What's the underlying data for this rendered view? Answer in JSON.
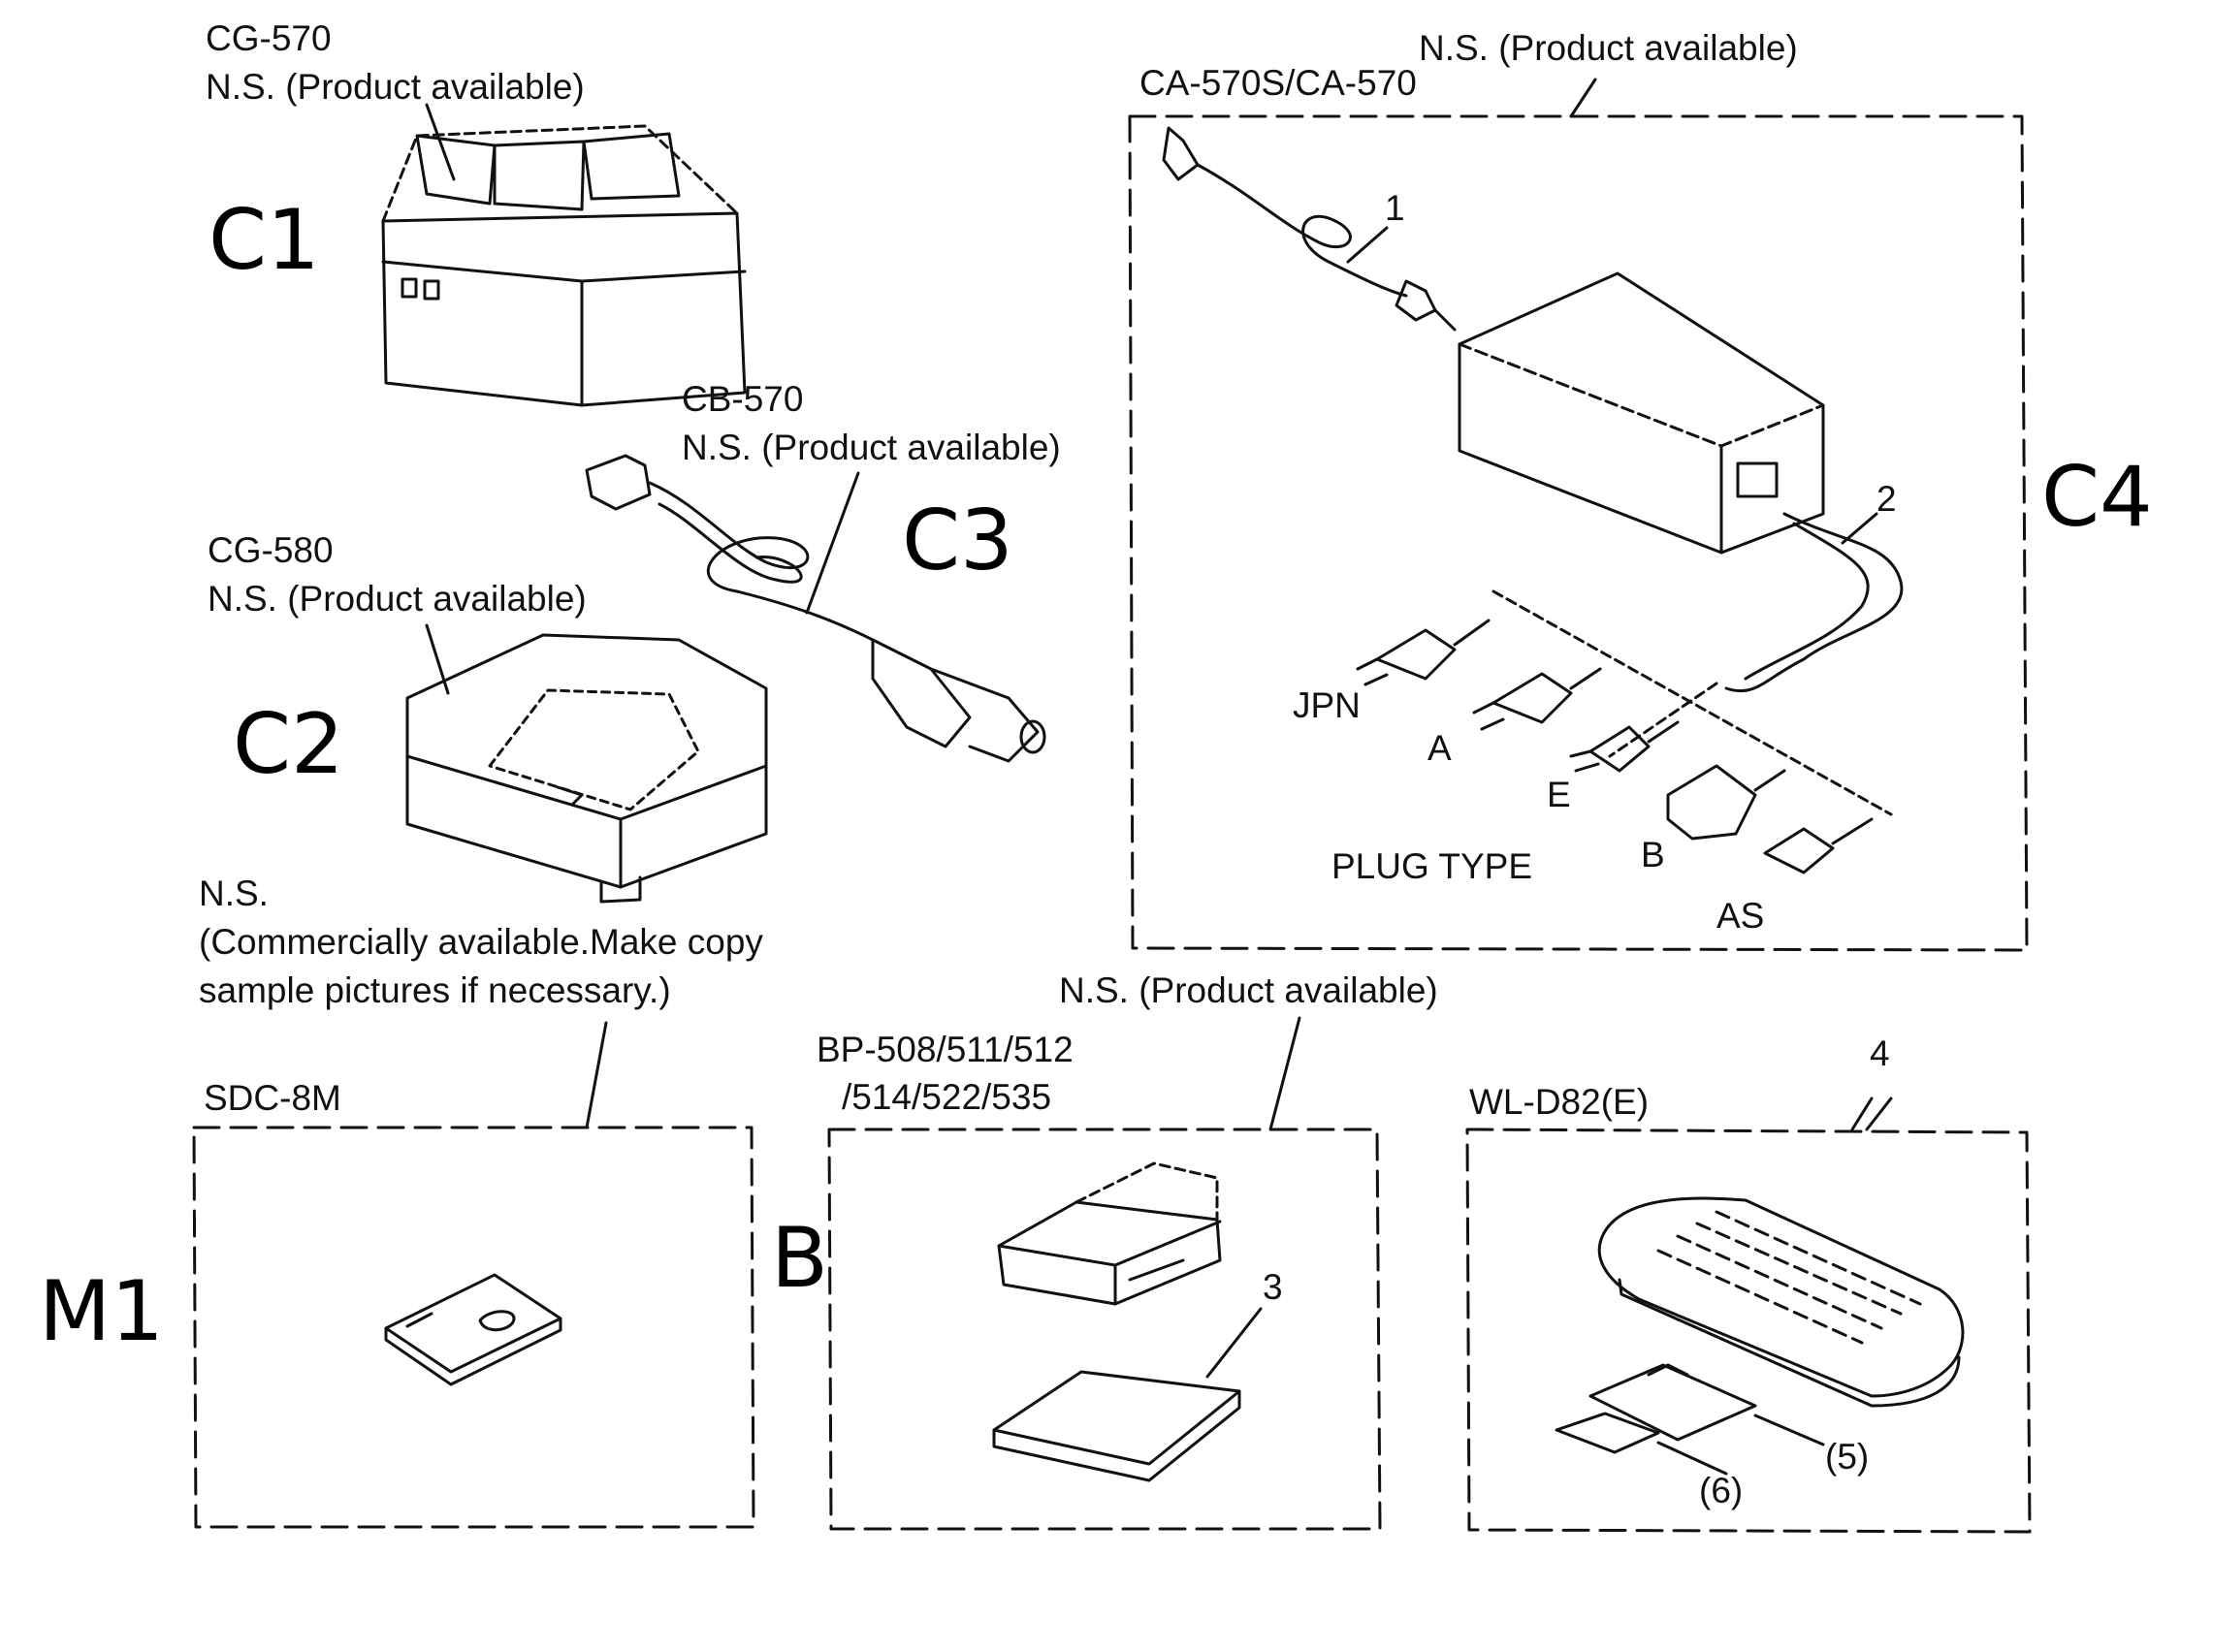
{
  "labels": {
    "cg570_model": "CG-570",
    "cg570_ns": "N.S. (Product available)",
    "cb570_model": "CB-570",
    "cb570_ns": "N.S. (Product available)",
    "cg580_model": "CG-580",
    "cg580_ns": "N.S. (Product available)",
    "ca570_ns": "N.S. (Product available)",
    "ca570_model": "CA-570S/CA-570",
    "sdc_ns": "N.S.",
    "sdc_note_1": "(Commercially available.Make copy",
    "sdc_note_2": " sample pictures if necessary.)",
    "sdc_model": "SDC-8M",
    "bp_ns": "N.S. (Product available)",
    "bp_model_1": "BP-508/511/512",
    "bp_model_2": "/514/522/535",
    "wl_model": "WL-D82(E)",
    "plug_type": "PLUG TYPE",
    "plug_jpn": "JPN",
    "plug_a": "A",
    "plug_e": "E",
    "plug_b": "B",
    "plug_as": "AS",
    "num_1": "1",
    "num_2": "2",
    "num_3": "3",
    "num_4": "4",
    "num_5": "(5)",
    "num_6": "(6)"
  },
  "handwritten": {
    "c1": "C1",
    "c2": "C2",
    "c3": "C3",
    "c4": "C4",
    "m1": "M1",
    "b": "B"
  },
  "colors": {
    "ink": "#111111",
    "paper": "#ffffff"
  }
}
